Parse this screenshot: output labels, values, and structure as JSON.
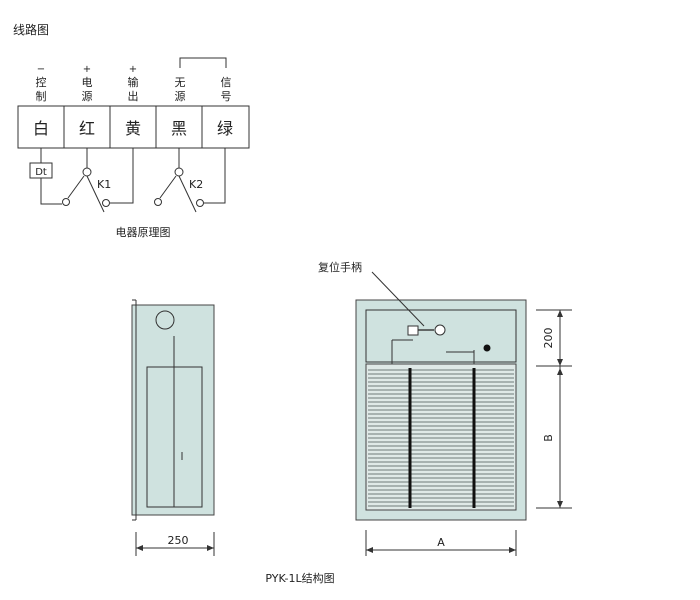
{
  "circuit": {
    "title": "线路图",
    "caption": "电器原理图",
    "polarity": [
      "−",
      "+",
      "+",
      "",
      ""
    ],
    "top_labels": [
      [
        "控",
        "制"
      ],
      [
        "电",
        "源"
      ],
      [
        "输",
        "出"
      ],
      [
        "无",
        "源"
      ],
      [
        "信",
        "号"
      ]
    ],
    "terminals": [
      "白",
      "红",
      "黄",
      "黑",
      "绿"
    ],
    "dt_label": "Dt",
    "switch_labels": [
      "K1",
      "K2"
    ]
  },
  "structure": {
    "caption": "PYK-1L结构图",
    "reset_handle_label": "复位手柄",
    "dims": {
      "side_depth": "250",
      "front_width": "A",
      "top_height": "200",
      "body_height": "B"
    }
  },
  "colors": {
    "panel_fill": "#cfe2df",
    "line": "#333333",
    "background": "#ffffff"
  }
}
